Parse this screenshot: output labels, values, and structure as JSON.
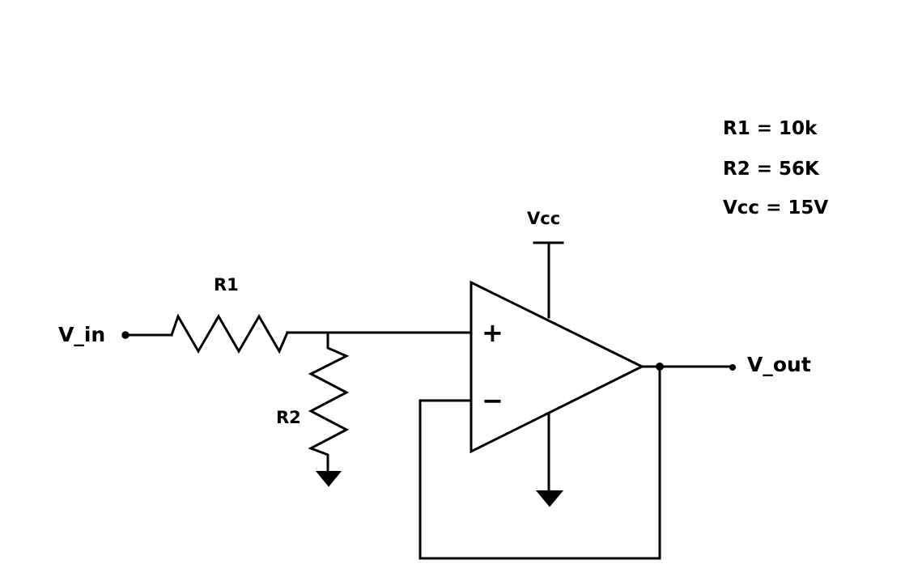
{
  "labels": {
    "v_in": "V_in",
    "v_out": "V_out",
    "r1": "R1",
    "r2": "R2",
    "vcc": "Vcc",
    "plus": "+",
    "minus": "−"
  },
  "specs": [
    "R1 = 10k",
    "R2 = 56K",
    "Vcc = 15V"
  ],
  "colors": {
    "line": "#000000",
    "background": "#ffffff"
  }
}
